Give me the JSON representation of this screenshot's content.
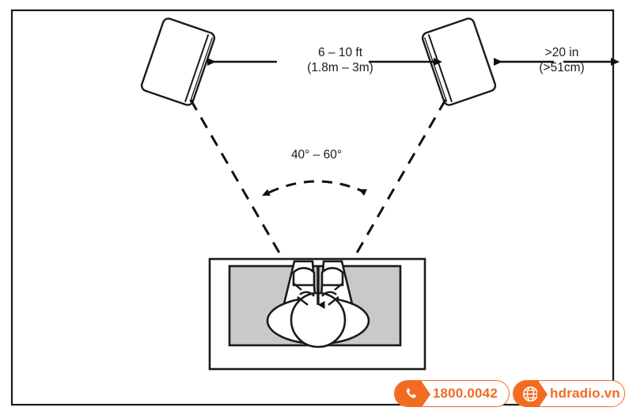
{
  "diagram": {
    "title": "speaker-placement-diagram",
    "room": {
      "border_color": "#1a1a1a"
    },
    "measurements": {
      "speaker_distance": {
        "imperial": "6 – 10 ft",
        "metric": "(1.8m – 3m)"
      },
      "wall_distance": {
        "imperial": ">20 in",
        "metric": "(>51cm)"
      },
      "listening_angle": "40° – 60°"
    },
    "objects": {
      "left_speaker": "left-speaker",
      "right_speaker": "right-speaker",
      "sofa": "sofa",
      "listener": "listener",
      "seat_color": "#c9c9c9"
    }
  },
  "badges": {
    "accent_color": "#F26B21",
    "phone": {
      "icon": "phone-icon",
      "text": "1800.0042"
    },
    "website": {
      "icon": "globe-icon",
      "text": "hdradio.vn"
    }
  }
}
